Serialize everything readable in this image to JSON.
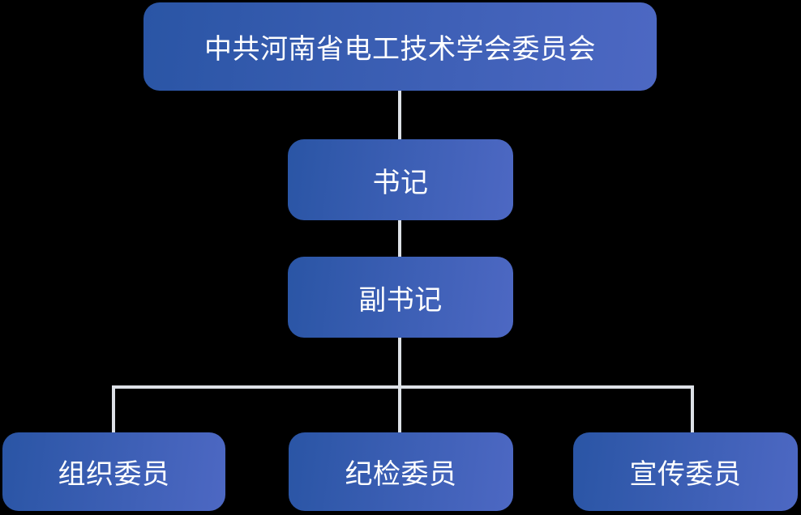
{
  "theme": {
    "background": "#000000",
    "node_gradient_start": "#2a55a5",
    "node_gradient_end": "#4d68c3",
    "node_text_color": "#ffffff",
    "connector_color": "#dde1e7"
  },
  "chart_data": {
    "type": "org-chart",
    "nodes": [
      {
        "id": "committee",
        "label": "中共河南省电工技术学会委员会",
        "level": 0,
        "parent": null
      },
      {
        "id": "secretary",
        "label": "书记",
        "level": 1,
        "parent": "committee"
      },
      {
        "id": "deputy-secretary",
        "label": "副书记",
        "level": 2,
        "parent": "secretary"
      },
      {
        "id": "organization-commissioner",
        "label": "组织委员",
        "level": 3,
        "parent": "deputy-secretary"
      },
      {
        "id": "discipline-inspection-commissioner",
        "label": "纪检委员",
        "level": 3,
        "parent": "deputy-secretary"
      },
      {
        "id": "publicity-commissioner",
        "label": "宣传委员",
        "level": 3,
        "parent": "deputy-secretary"
      }
    ],
    "edges": [
      [
        "committee",
        "secretary"
      ],
      [
        "secretary",
        "deputy-secretary"
      ],
      [
        "deputy-secretary",
        "organization-commissioner"
      ],
      [
        "deputy-secretary",
        "discipline-inspection-commissioner"
      ],
      [
        "deputy-secretary",
        "publicity-commissioner"
      ]
    ]
  }
}
